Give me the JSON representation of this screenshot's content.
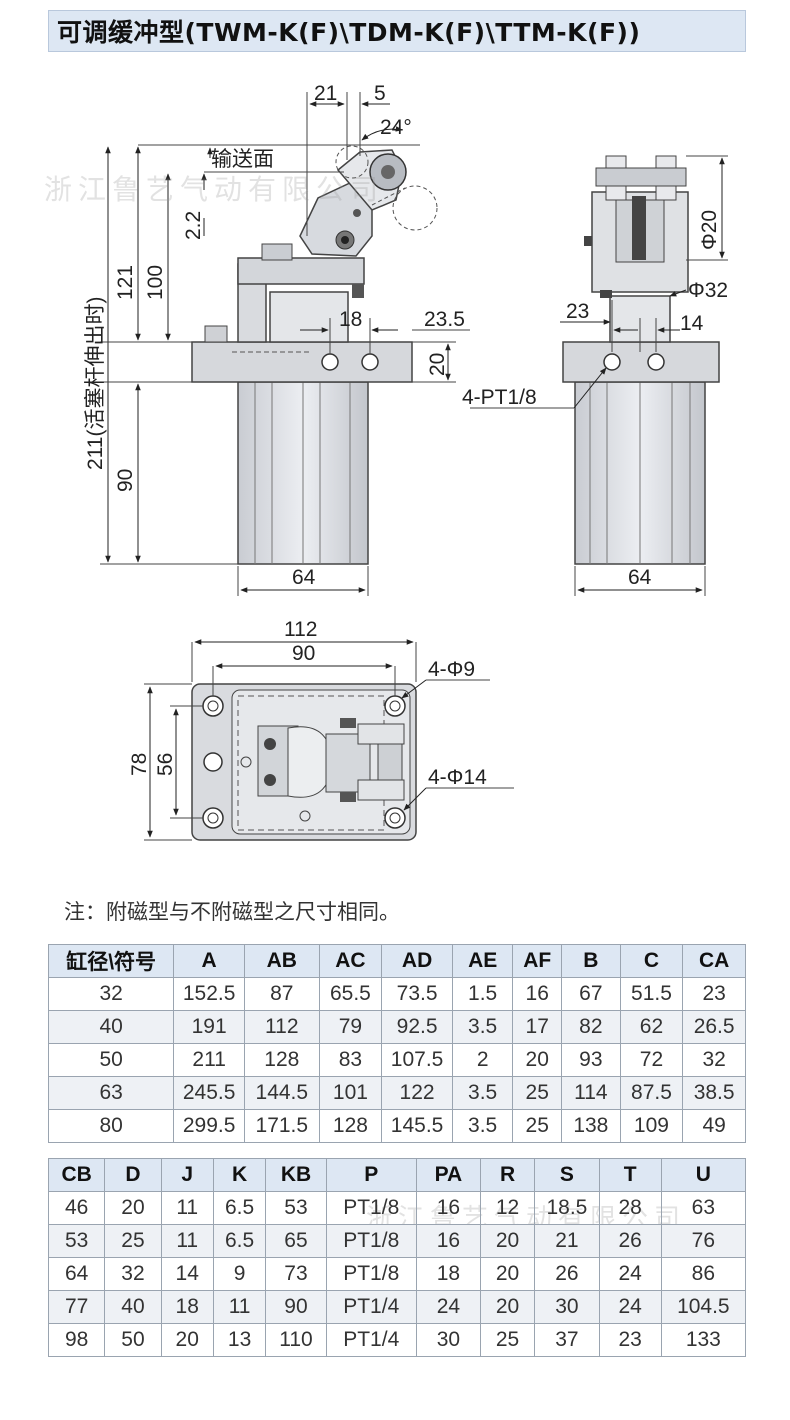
{
  "title": "可调缓冲型(TWM-K(F)\\TDM-K(F)\\TTM-K(F))",
  "watermark": "浙江鲁艺气动有限公司",
  "note": "注：附磁型与不附磁型之尺寸相同。",
  "front_view": {
    "dim_21": "21",
    "dim_5": "5",
    "dim_24deg": "24°",
    "conveying_surface": "输送面",
    "dim_2_2": "2.2",
    "dim_211": "211(活塞杆伸出时)",
    "dim_121": "121",
    "dim_100": "100",
    "dim_18": "18",
    "dim_23_5": "23.5",
    "dim_20": "20",
    "dim_90": "90",
    "dim_64": "64"
  },
  "side_view": {
    "dim_phi20": "Φ20",
    "dim_phi32": "Φ32",
    "dim_23": "23",
    "dim_14": "14",
    "port_label": "4-PT1/8",
    "dim_64": "64"
  },
  "top_view": {
    "dim_112": "112",
    "dim_90": "90",
    "hole_small": "4-Φ9",
    "hole_large": "4-Φ14",
    "dim_78": "78",
    "dim_56": "56"
  },
  "table1": {
    "headers": [
      "缸径\\符号",
      "A",
      "AB",
      "AC",
      "AD",
      "AE",
      "AF",
      "B",
      "C",
      "CA"
    ],
    "rows": [
      [
        "32",
        "152.5",
        "87",
        "65.5",
        "73.5",
        "1.5",
        "16",
        "67",
        "51.5",
        "23"
      ],
      [
        "40",
        "191",
        "112",
        "79",
        "92.5",
        "3.5",
        "17",
        "82",
        "62",
        "26.5"
      ],
      [
        "50",
        "211",
        "128",
        "83",
        "107.5",
        "2",
        "20",
        "93",
        "72",
        "32"
      ],
      [
        "63",
        "245.5",
        "144.5",
        "101",
        "122",
        "3.5",
        "25",
        "114",
        "87.5",
        "38.5"
      ],
      [
        "80",
        "299.5",
        "171.5",
        "128",
        "145.5",
        "3.5",
        "25",
        "138",
        "109",
        "49"
      ]
    ]
  },
  "table2": {
    "headers": [
      "CB",
      "D",
      "J",
      "K",
      "KB",
      "P",
      "PA",
      "R",
      "S",
      "T",
      "U"
    ],
    "rows": [
      [
        "46",
        "20",
        "11",
        "6.5",
        "53",
        "PT1/8",
        "16",
        "12",
        "18.5",
        "28",
        "63"
      ],
      [
        "53",
        "25",
        "11",
        "6.5",
        "65",
        "PT1/8",
        "16",
        "20",
        "21",
        "26",
        "76"
      ],
      [
        "64",
        "32",
        "14",
        "9",
        "73",
        "PT1/8",
        "18",
        "20",
        "26",
        "24",
        "86"
      ],
      [
        "77",
        "40",
        "18",
        "11",
        "90",
        "PT1/4",
        "24",
        "20",
        "30",
        "24",
        "104.5"
      ],
      [
        "98",
        "50",
        "20",
        "13",
        "110",
        "PT1/4",
        "30",
        "25",
        "37",
        "23",
        "133"
      ]
    ]
  }
}
